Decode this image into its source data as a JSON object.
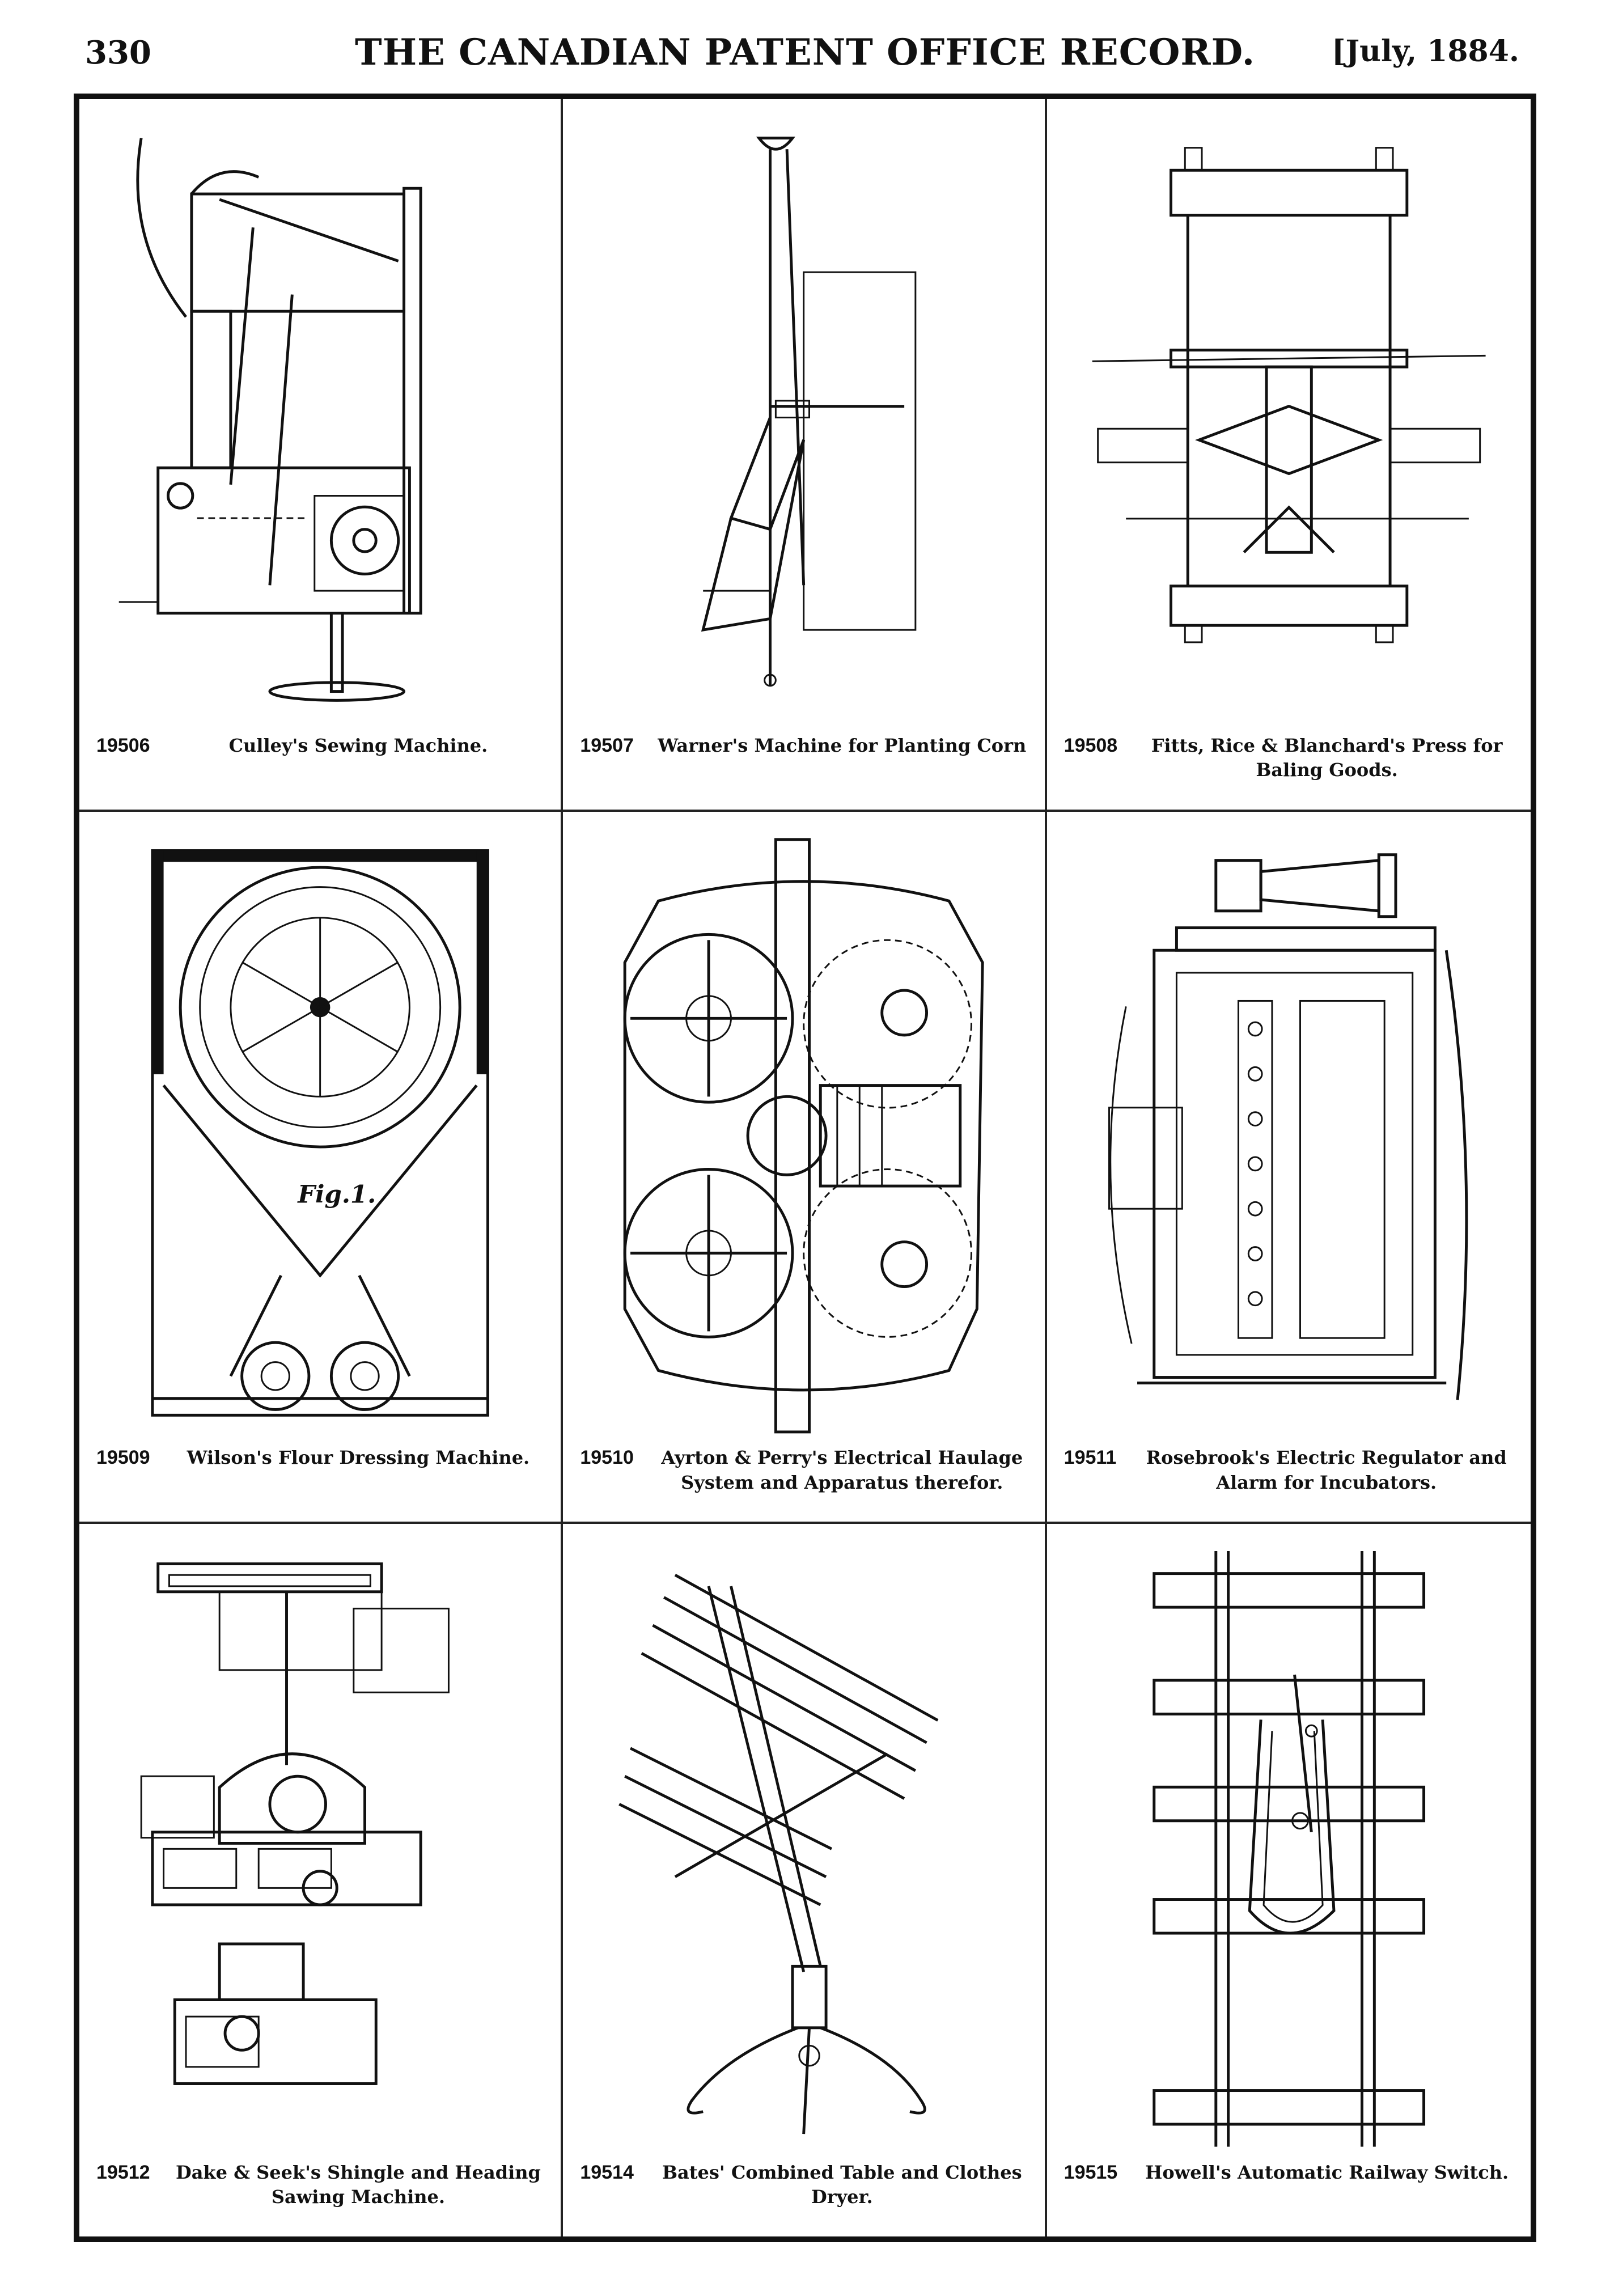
{
  "header": {
    "page_number": "330",
    "journal_title": "THE CANADIAN PATENT OFFICE RECORD.",
    "issue_date": "[July, 1884."
  },
  "figures": [
    {
      "number": "19506",
      "caption": "Culley's Sewing Machine."
    },
    {
      "number": "19507",
      "caption": "Warner's Machine for Planting Corn"
    },
    {
      "number": "19508",
      "caption": "Fitts, Rice & Blanchard's Press for Baling Goods."
    },
    {
      "number": "19509",
      "caption": "Wilson's Flour Dressing Machine."
    },
    {
      "number": "19510",
      "caption": "Ayrton & Perry's Electrical Haulage System and Apparatus therefor."
    },
    {
      "number": "19511",
      "caption": "Rosebrook's Electric Regulator and Alarm for Incubators."
    },
    {
      "number": "19512",
      "caption": "Dake & Seek's Shingle and Heading Sawing Machine."
    },
    {
      "number": "19514",
      "caption": "Bates' Combined Table and Clothes Dryer."
    },
    {
      "number": "19515",
      "caption": "Howell's Automatic Railway Switch."
    }
  ],
  "figure_labels": {
    "wilson_fig": "Fig.1."
  }
}
